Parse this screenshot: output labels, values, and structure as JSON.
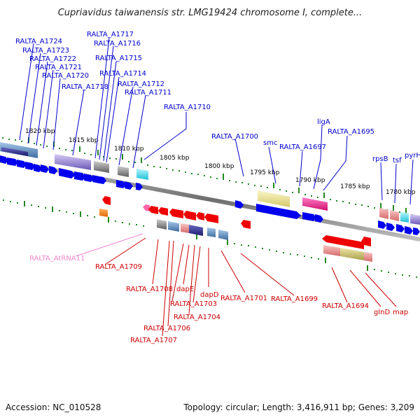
{
  "header": {
    "title": "Cupriavidus taiwanensis str. LMG19424 chromosome I, complete..."
  },
  "footer": {
    "accession": "Accession: NC_010528",
    "summary": "Topology: circular; Length: 3,416,911 bp; Genes: 3,209"
  },
  "colors": {
    "forward_label": "#0000cc",
    "reverse_label": "#cc0000",
    "rna_label": "#ee88cc",
    "forward_arrow": "#0000ee",
    "reverse_arrow": "#ee0000",
    "tick": "#228822",
    "backbone": "#888888"
  },
  "scale_labels": [
    "1820 kbp",
    "1815 kbp",
    "1810 kbp",
    "1805 kbp",
    "1800 kbp",
    "1795 kbp",
    "1790 kbp",
    "1785 kbp",
    "1780 kbp"
  ],
  "forward_labels": [
    "RALTA_A1724",
    "RALTA_A1723",
    "RALTA_A1722",
    "RALTA_A1721",
    "RALTA_A1720",
    "RALTA_A1718",
    "RALTA_A1717",
    "RALTA_A1716",
    "RALTA_A1715",
    "RALTA_A1714",
    "RALTA_A1712",
    "RALTA_A1711",
    "RALTA_A1710",
    "RALTA_A1700",
    "smc",
    "RALTA_A1697",
    "ligA",
    "RALTA_A1695",
    "rpsB",
    "tsf",
    "pyrH"
  ],
  "reverse_labels": [
    "RALTA_AtRNA11",
    "RALTA_A1709",
    "RALTA_A1708",
    "dapE",
    "dapD",
    "RALTA_A1703",
    "RALTA_A1704",
    "RALTA_A1706",
    "RALTA_A1707",
    "RALTA_A1701",
    "RALTA_A1699",
    "RALTA_A1694",
    "glnD",
    "map"
  ]
}
